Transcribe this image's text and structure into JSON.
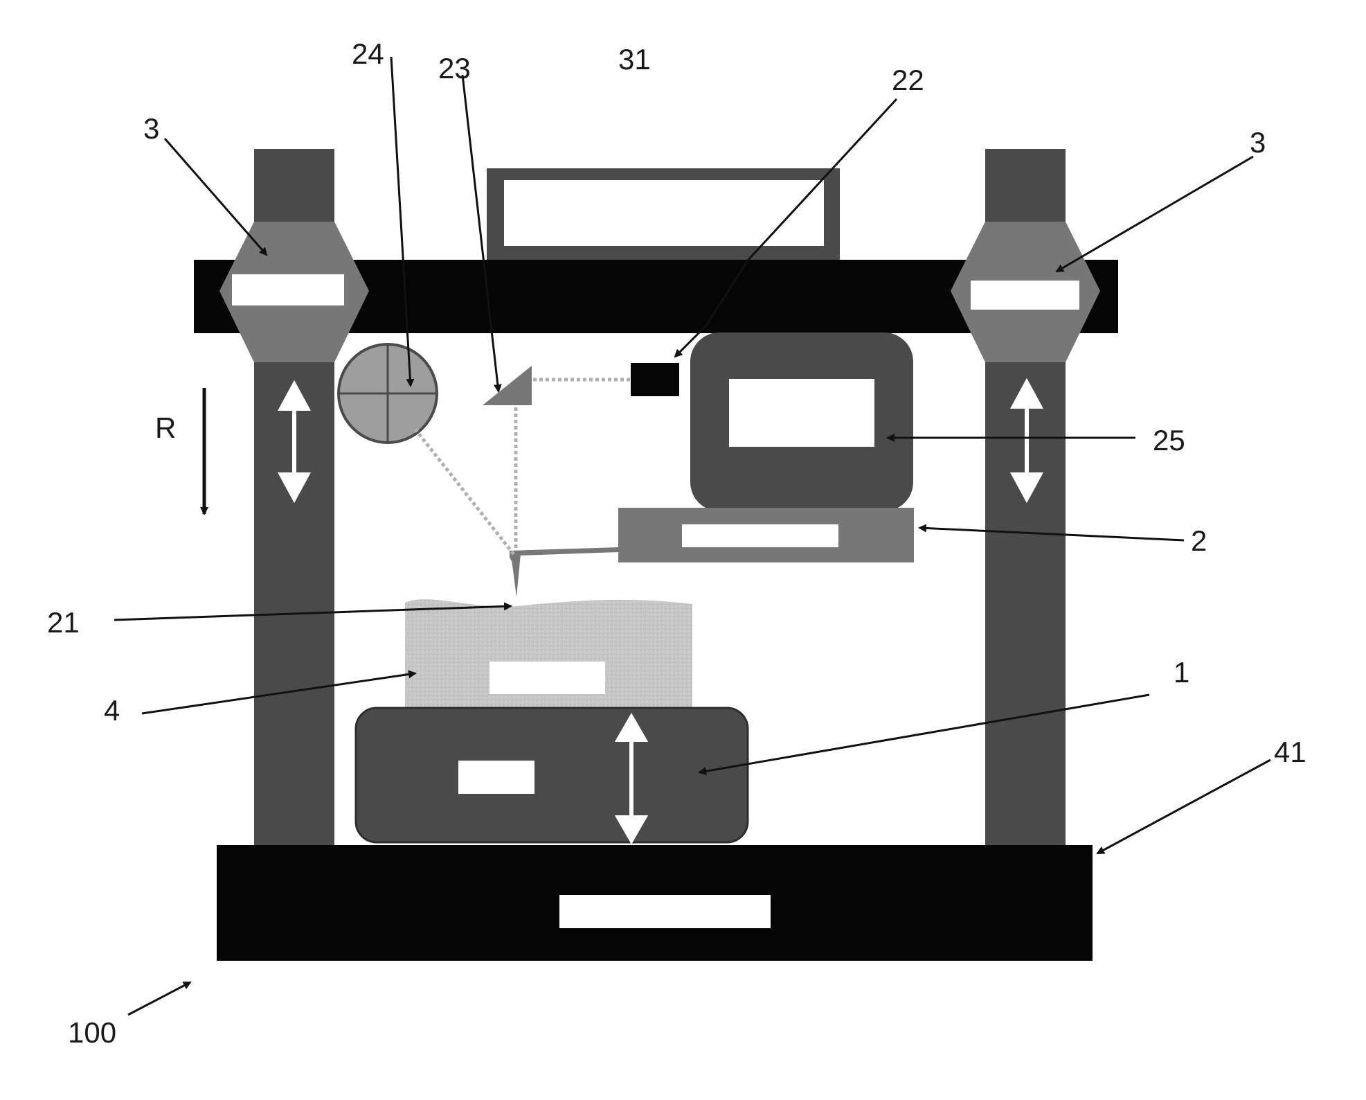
{
  "figure": {
    "labels": {
      "pillar_left_ref": "3",
      "pillar_right_ref": "3",
      "lens_ref": "24",
      "mirror_ref": "23",
      "top_unit_ref": "31",
      "sensor_ref": "22",
      "controller_ref": "25",
      "arm_ref": "2",
      "tip_ref": "21",
      "sample_ref": "4",
      "stage_ref": "1",
      "base_ref": "41",
      "apparatus_ref": "100",
      "direction_ref": "R"
    }
  },
  "colors": {
    "dark_gray": "#4a4a4a",
    "mid_gray": "#777777",
    "sample_gray": "#c6c6c6",
    "black": "#050505",
    "white": "#ffffff",
    "beam": "#b0b0b0"
  }
}
